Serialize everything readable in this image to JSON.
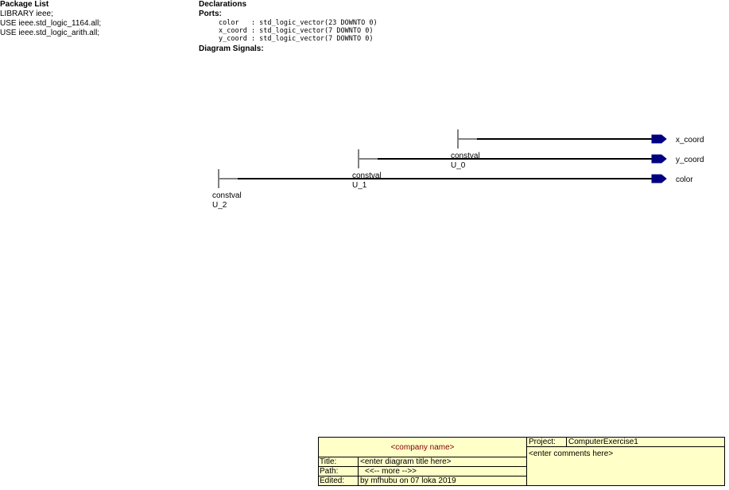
{
  "package_list": {
    "heading": "Package List",
    "lines": [
      "LIBRARY ieee;",
      "USE ieee.std_logic_1164.all;",
      "USE ieee.std_logic_arith.all;"
    ]
  },
  "declarations": {
    "heading": "Declarations",
    "ports_heading": "Ports:",
    "ports": [
      "color   : std_logic_vector(23 DOWNTO 0)",
      "x_coord : std_logic_vector(7 DOWNTO 0)",
      "y_coord : std_logic_vector(7 DOWNTO 0)"
    ],
    "signals_heading": "Diagram Signals:"
  },
  "diagram": {
    "constants": [
      {
        "type": "constval",
        "instance": "U_0",
        "port": "x_coord"
      },
      {
        "type": "constval",
        "instance": "U_1",
        "port": "y_coord"
      },
      {
        "type": "constval",
        "instance": "U_2",
        "port": "color"
      }
    ],
    "colors": {
      "wire": "#000000",
      "stub": "#808080",
      "port_fill": "#000080"
    }
  },
  "title_block": {
    "company": "<company name>",
    "title_label": "Title:",
    "title_value": "<enter diagram title here>",
    "path_label": "Path:",
    "path_value": "<<-- more -->>",
    "edited_label": "Edited:",
    "edited_value": "by mfhubu on 07 loka 2019",
    "project_label": "Project:",
    "project_value": "ComputerExercise1",
    "comments": "<enter comments here>",
    "colors": {
      "background": "#ffffc8",
      "company_text": "#800000"
    }
  }
}
